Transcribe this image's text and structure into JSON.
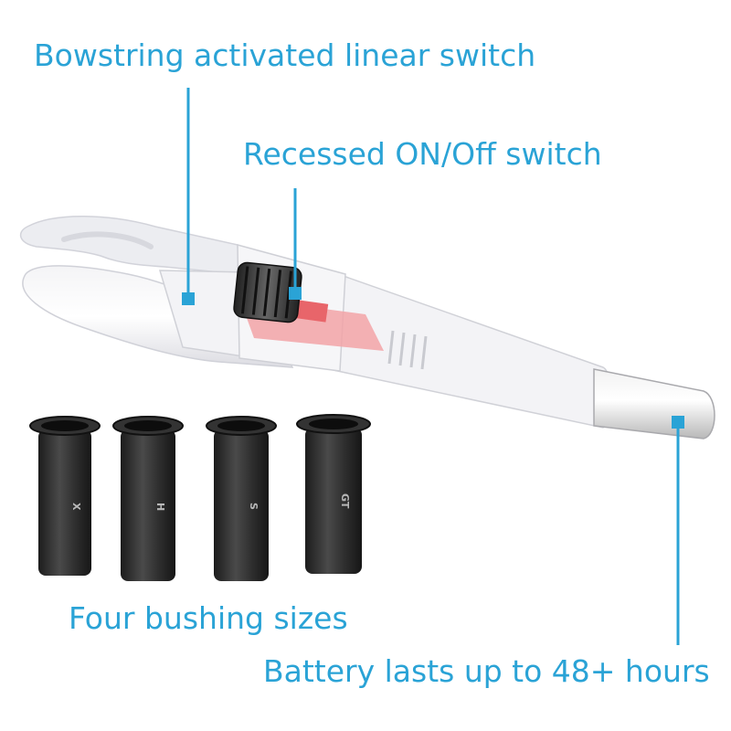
{
  "labels": {
    "bowstring": "Bowstring activated linear switch",
    "recessed": "Recessed ON/Off switch",
    "bushings": "Four bushing sizes",
    "battery": "Battery lasts up to 48+ hours"
  },
  "bushings": [
    {
      "letter": "X"
    },
    {
      "letter": "H"
    },
    {
      "letter": "S"
    },
    {
      "letter": "GT"
    }
  ],
  "colors": {
    "callout": "#2aa3d6",
    "switch_red": "#e8656a",
    "bushing": "#2b2b2b"
  }
}
